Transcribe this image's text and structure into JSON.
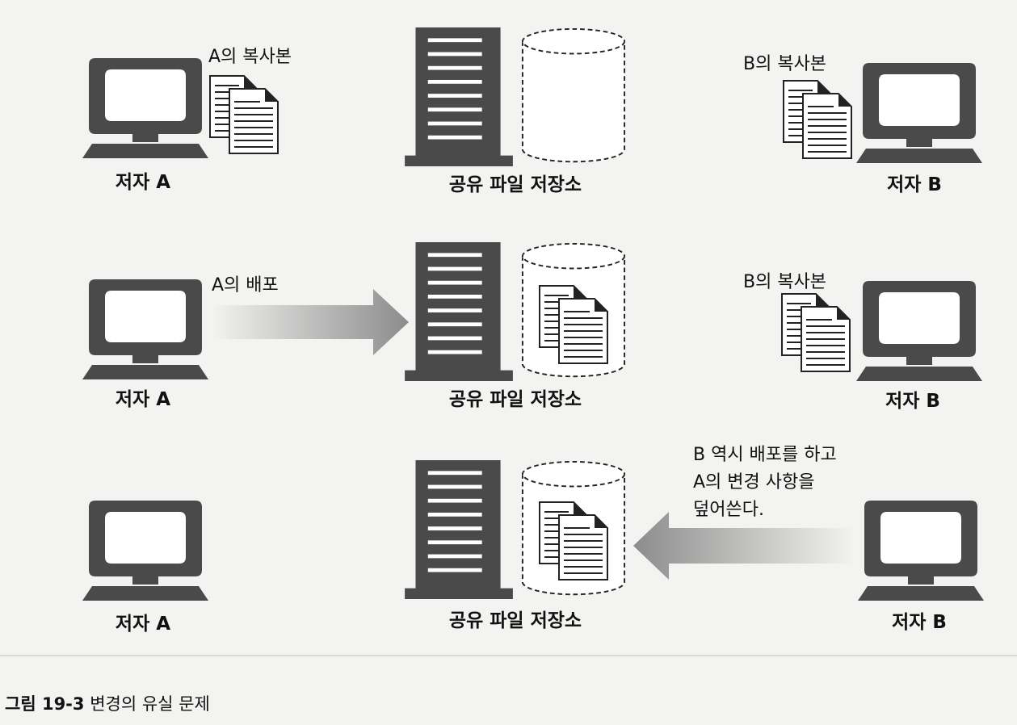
{
  "rows": [
    {
      "author_a_label": "저자 A",
      "author_b_label": "저자 B",
      "server_label": "공유 파일 저장소",
      "doc_a_label": "A의 복사본",
      "doc_b_label": "B의 복사본"
    },
    {
      "author_a_label": "저자 A",
      "author_b_label": "저자 B",
      "server_label": "공유 파일 저장소",
      "arrow_a_label": "A의 배포",
      "doc_b_label": "B의 복사본"
    },
    {
      "author_a_label": "저자 A",
      "author_b_label": "저자 B",
      "server_label": "공유 파일 저장소",
      "arrow_b_lines": [
        "B 역시 배포를 하고",
        "A의 변경 사항을",
        "덮어쓴다."
      ]
    }
  ],
  "caption": {
    "number": "그림 19-3",
    "title": "변경의 유실 문제"
  },
  "colors": {
    "device": "#4a4a4a",
    "screen": "#ffffff",
    "frame_line": "#d8d8d6",
    "arrow": "#8c8c8c"
  },
  "icons": [
    "monitor-icon",
    "server-tower-icon",
    "storage-cylinder-icon",
    "document-stack-icon",
    "arrow-right-icon",
    "arrow-left-icon"
  ]
}
